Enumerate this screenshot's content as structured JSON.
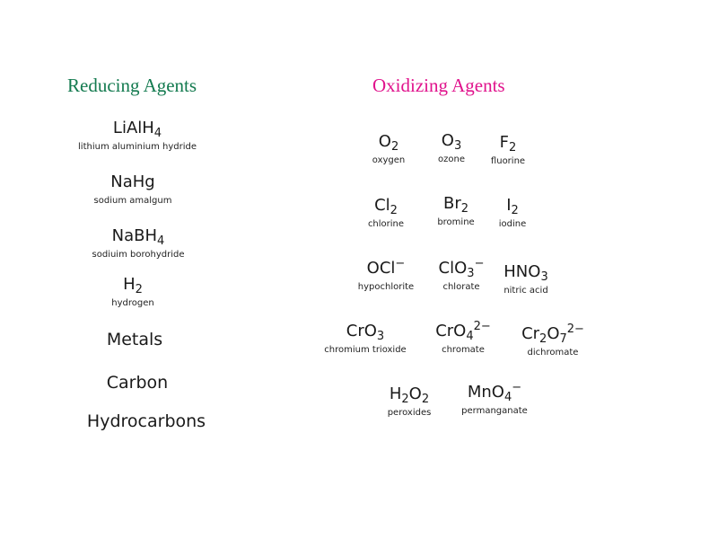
{
  "reducing": {
    "title": "Reducing Agents",
    "color": "#137a4f",
    "items": [
      {
        "base": "LiAlH",
        "sub": "4",
        "name": "lithium aluminium hydride"
      },
      {
        "base": "NaHg",
        "name": "sodium amalgum"
      },
      {
        "base": "NaBH",
        "sub": "4",
        "name": "sodiuim borohydride"
      },
      {
        "base": "H",
        "sub": "2",
        "name": "hydrogen"
      },
      {
        "label": "Metals"
      },
      {
        "label": "Carbon"
      },
      {
        "label": "Hydrocarbons"
      }
    ]
  },
  "oxidizing": {
    "title": "Oxidizing Agents",
    "color": "#e0128c",
    "items": [
      {
        "p1": "O",
        "s1": "2",
        "name": "oxygen"
      },
      {
        "p1": "O",
        "s1": "3",
        "name": "ozone"
      },
      {
        "p1": "F",
        "s1": "2",
        "name": "fluorine"
      },
      {
        "p1": "Cl",
        "s1": "2",
        "name": "chlorine"
      },
      {
        "p1": "Br",
        "s1": "2",
        "name": "bromine"
      },
      {
        "p1": "I",
        "s1": "2",
        "name": "iodine"
      },
      {
        "p1": "OCl",
        "sup": "−",
        "name": "hypochlorite"
      },
      {
        "p1": "ClO",
        "s1": "3",
        "sup": "−",
        "name": "chlorate"
      },
      {
        "p1": "HNO",
        "s1": "3",
        "name": "nitric acid"
      },
      {
        "p1": "CrO",
        "s1": "3",
        "name": "chromium trioxide"
      },
      {
        "p1": "CrO",
        "s1": "4",
        "sup": "2−",
        "name": "chromate"
      },
      {
        "p1": "Cr",
        "s1": "2",
        "p2": "O",
        "s2": "7",
        "sup": "2−",
        "name": "dichromate"
      },
      {
        "p1": "H",
        "s1": "2",
        "p2": "O",
        "s2": "2",
        "name": "peroxides"
      },
      {
        "p1": "MnO",
        "s1": "4",
        "sup": "−",
        "name": "permanganate"
      }
    ]
  }
}
